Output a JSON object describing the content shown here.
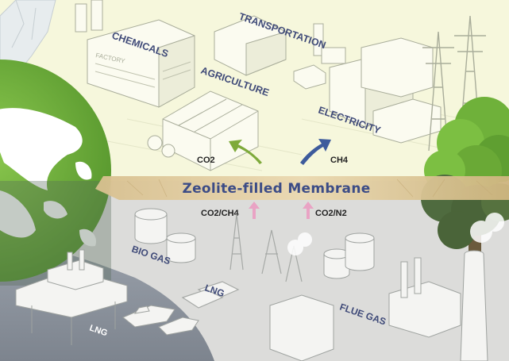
{
  "band": {
    "title": "Zeolite-filled Membrane"
  },
  "applications": {
    "chemicals": "CHEMICALS",
    "transportation": "TRANSPORTATION",
    "agriculture": "AGRICULTURE",
    "electricity": "ELECTRICITY"
  },
  "products": {
    "left": "CO2",
    "right": "CH4"
  },
  "separations": {
    "left": "CO2/CH4",
    "right": "CO2/N2"
  },
  "sources": {
    "bio_gas": "BIO GAS",
    "lng_center": "LNG",
    "flue_gas": "FLUE GAS",
    "lng_sea": "LNG"
  },
  "building_sign": "FACTORY",
  "colors": {
    "upper_bg": "#f6f7dc",
    "lower_bg": "#dcdcda",
    "sea": "#8d949e",
    "band": "#dcc59a",
    "label": "#3f4a78",
    "earth_land": "#6fb13a",
    "arrow_green": "#7eaa3a",
    "arrow_blue": "#3d5b9c",
    "arrow_pink": "#e9a3c4"
  }
}
